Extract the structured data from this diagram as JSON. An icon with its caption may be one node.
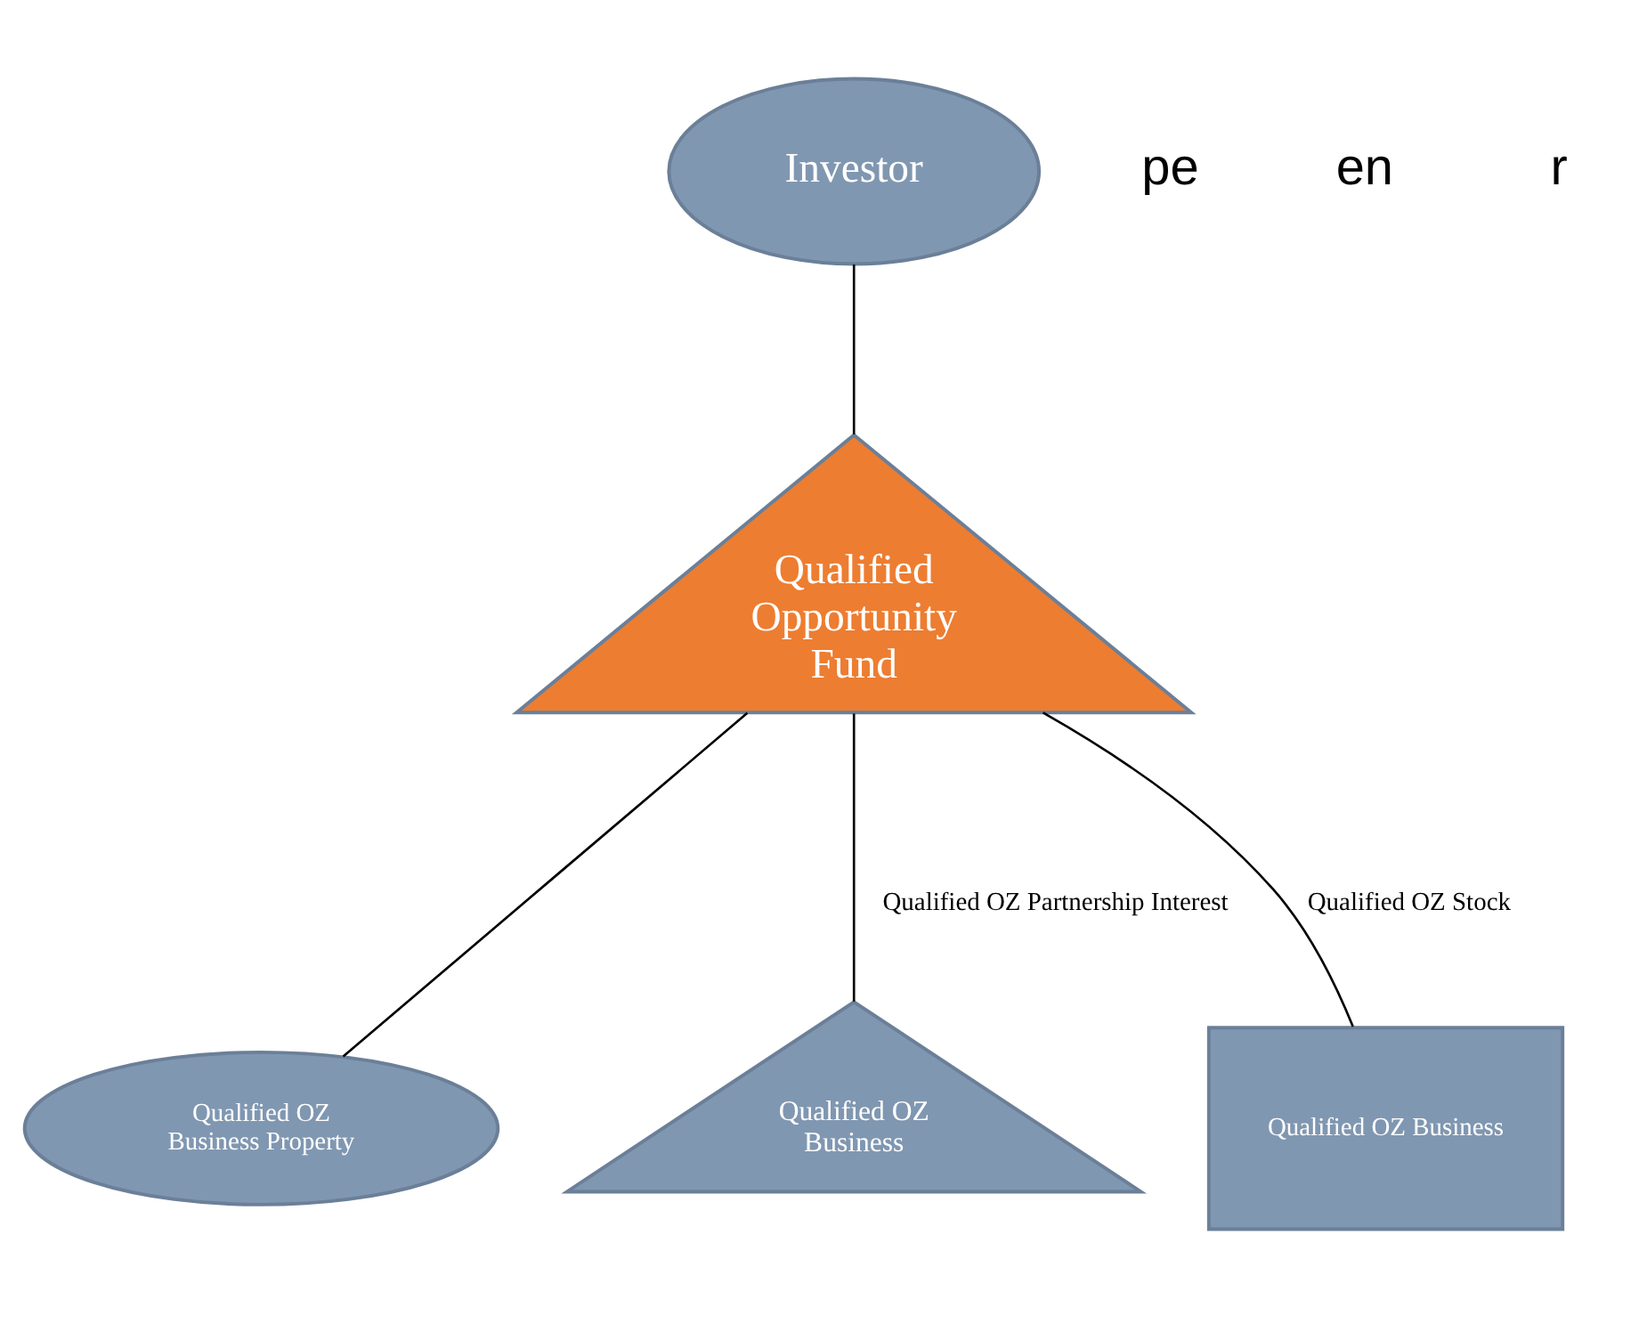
{
  "diagram": {
    "nodes": [
      {
        "text": [
          "Investor"
        ]
      },
      {
        "text": [
          "Qualified Opportunity Fund"
        ]
      },
      {
        "text": [
          "Qualified OZ Business Property"
        ]
      },
      {
        "text": [
          "Qualified OZ Business"
        ]
      },
      {
        "text": [
          "Qualified OZ Business"
        ]
      }
    ],
    "edges": [
      {
        "from": 0,
        "to": 1,
        "arrow": "none"
      },
      {
        "from": 1,
        "to": 2,
        "arrow": "none"
      },
      {
        "from": 1,
        "to": 3,
        "arrow": "none",
        "label": "Qualified OZ Partnership Interest"
      },
      {
        "from": 1,
        "to": 4,
        "arrow": "none",
        "label": "Qualified OZ Stock"
      }
    ],
    "labels": [
      "pe",
      "en",
      "r"
    ]
  }
}
